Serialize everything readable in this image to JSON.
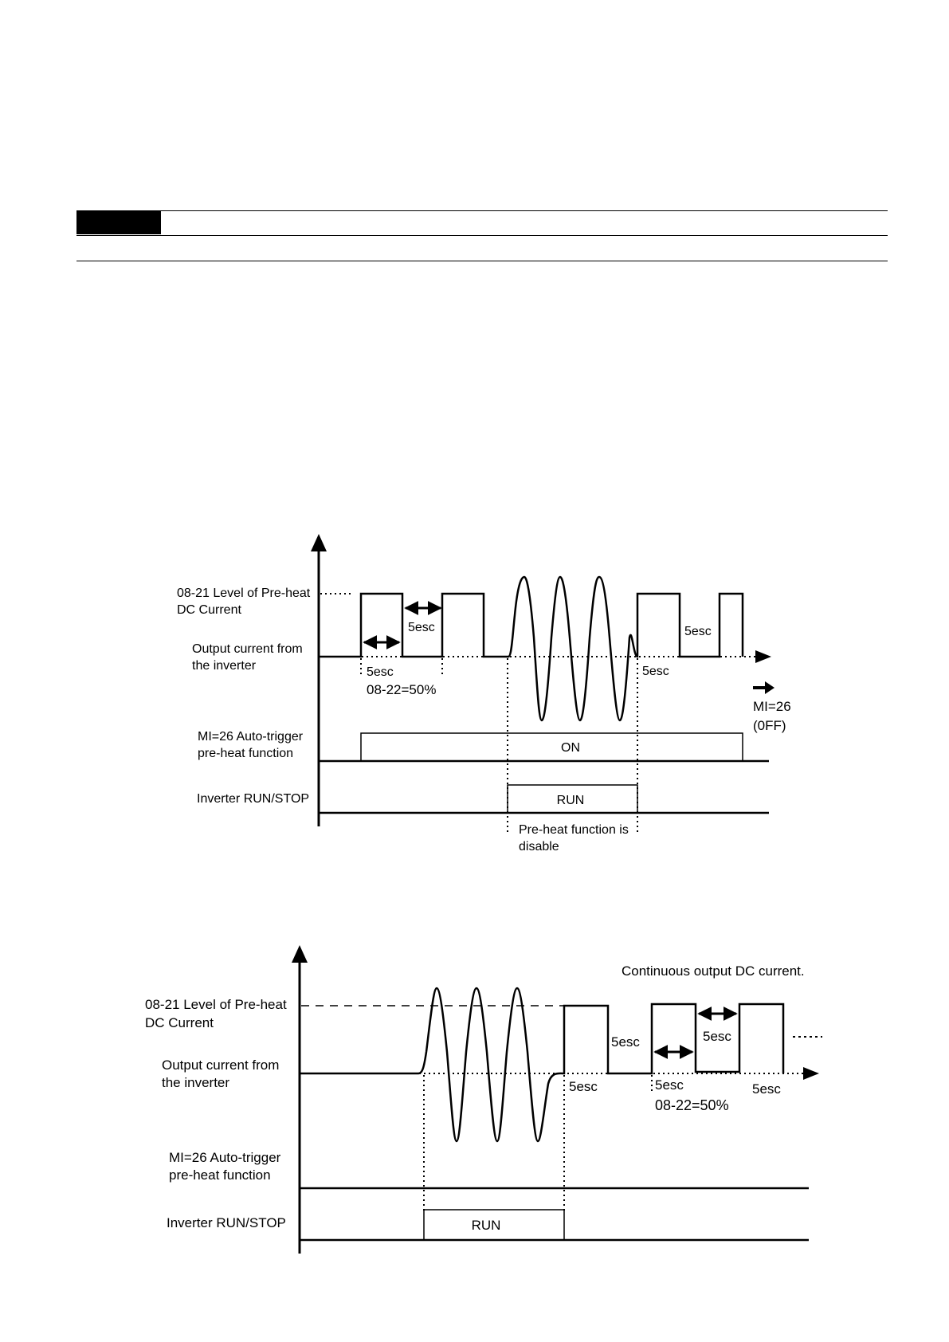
{
  "diagram1": {
    "labels": {
      "dc_level": [
        "08-21 Level of Pre-heat",
        "DC Current"
      ],
      "output_current": [
        "Output current from",
        "the inverter"
      ],
      "mi_trigger": [
        "MI=26 Auto-trigger",
        "pre-heat function"
      ],
      "run_stop": "Inverter RUN/STOP"
    },
    "annotations": {
      "sec_a": "5esc",
      "sec_b": "5esc",
      "sec_c": "5esc",
      "sec_d": "5esc",
      "duty": "08-22=50%",
      "mi_off_1": "MI=26",
      "mi_off_2": "(0FF)",
      "on_box": "ON",
      "run_box": "RUN",
      "preheat_disable_1": "Pre-heat function is",
      "preheat_disable_2": "disable"
    }
  },
  "diagram2": {
    "labels": {
      "dc_level": [
        "08-21 Level of Pre-heat",
        "DC Current"
      ],
      "output_current": [
        "Output current from",
        "the inverter"
      ],
      "mi_trigger": [
        "MI=26 Auto-trigger",
        "pre-heat function"
      ],
      "run_stop": "Inverter RUN/STOP"
    },
    "annotations": {
      "continuous": "Continuous output DC current.",
      "sec_a": "5esc",
      "sec_b": "5esc",
      "sec_c": "5esc",
      "sec_d": "5esc",
      "sec_e": "5esc",
      "duty": "08-22=50%",
      "run_box": "RUN"
    }
  }
}
